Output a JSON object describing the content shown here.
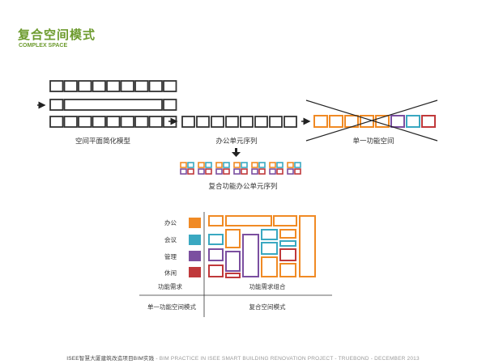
{
  "header": {
    "title": "复合空间模式",
    "subtitle": "COMPLEX SPACE"
  },
  "diagram": {
    "labels": {
      "plan_model": "空间平面简化模型",
      "office_sequence": "办公单元序列",
      "single_function": "单一功能空间",
      "composite_sequence": "复合功能办公单元序列"
    },
    "legend": [
      {
        "label": "办公",
        "color": "#f08a24"
      },
      {
        "label": "会议",
        "color": "#3aa8c1"
      },
      {
        "label": "管理",
        "color": "#7b4fa0"
      },
      {
        "label": "休闲",
        "color": "#c0393b"
      }
    ],
    "matrix": {
      "col1_header": "功能需求",
      "col2_header": "功能需求组合",
      "row2_col1": "单一功能空间模式",
      "row2_col2": "复合空间模式"
    }
  },
  "footer": {
    "org": "ISEE智慧大厦建筑改造项目BIM实践",
    "sep": " - ",
    "rest": "BIM PRACTICE IN ISEE SMART BUILDING RENOVATION PROJECT - TRUEBOND - DECEMBER 2013"
  }
}
